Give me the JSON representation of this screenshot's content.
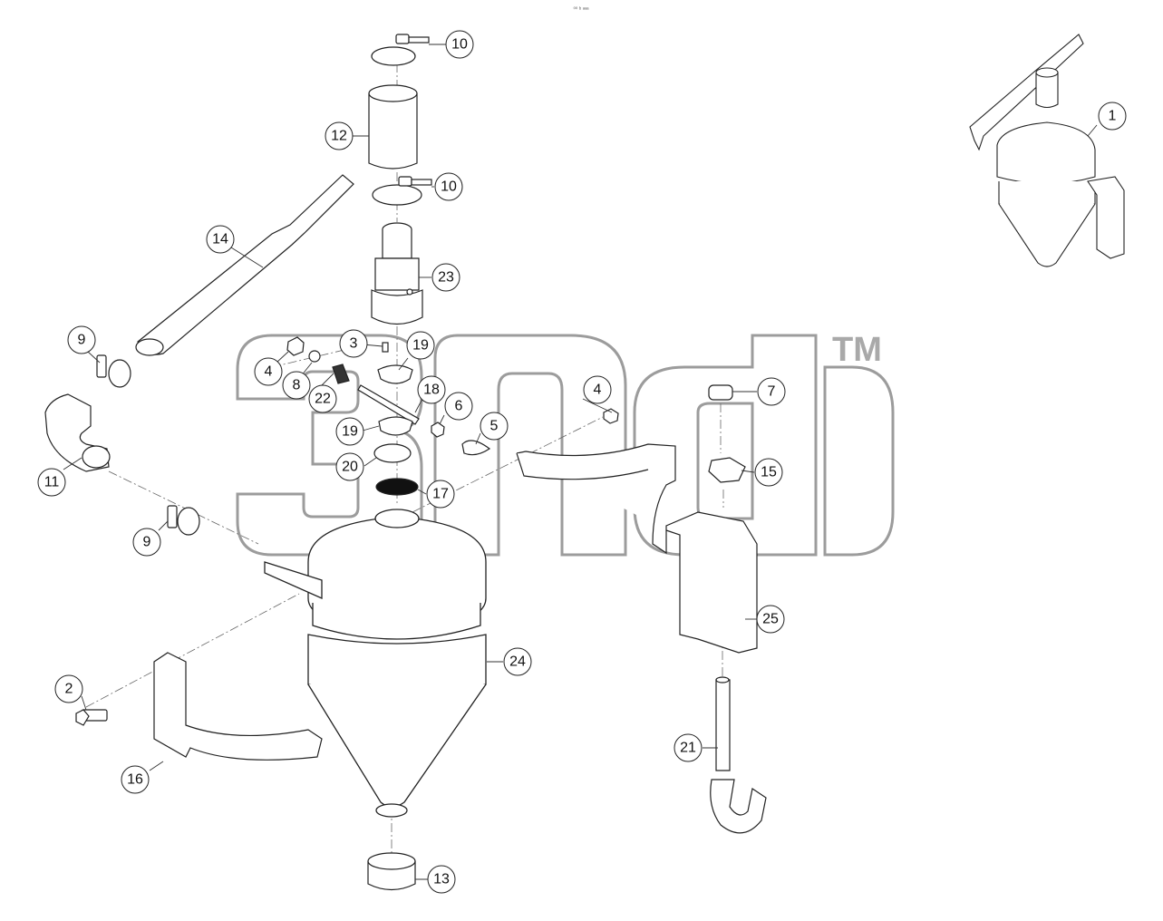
{
  "header_code": "⁰⁰ ᵇ ᵃᵃᵃ",
  "watermark": {
    "tm": "TM"
  },
  "callouts": [
    {
      "id": "c1",
      "label": "1"
    },
    {
      "id": "c2",
      "label": "2"
    },
    {
      "id": "c3",
      "label": "3"
    },
    {
      "id": "c4a",
      "label": "4"
    },
    {
      "id": "c4b",
      "label": "4"
    },
    {
      "id": "c5",
      "label": "5"
    },
    {
      "id": "c6",
      "label": "6"
    },
    {
      "id": "c7",
      "label": "7"
    },
    {
      "id": "c8",
      "label": "8"
    },
    {
      "id": "c9a",
      "label": "9"
    },
    {
      "id": "c9b",
      "label": "9"
    },
    {
      "id": "c10a",
      "label": "10"
    },
    {
      "id": "c10b",
      "label": "10"
    },
    {
      "id": "c11",
      "label": "11"
    },
    {
      "id": "c12",
      "label": "12"
    },
    {
      "id": "c13",
      "label": "13"
    },
    {
      "id": "c14",
      "label": "14"
    },
    {
      "id": "c15",
      "label": "15"
    },
    {
      "id": "c16",
      "label": "16"
    },
    {
      "id": "c17",
      "label": "17"
    },
    {
      "id": "c18",
      "label": "18"
    },
    {
      "id": "c19a",
      "label": "19"
    },
    {
      "id": "c19b",
      "label": "19"
    },
    {
      "id": "c20",
      "label": "20"
    },
    {
      "id": "c21",
      "label": "21"
    },
    {
      "id": "c22",
      "label": "22"
    },
    {
      "id": "c23",
      "label": "23"
    },
    {
      "id": "c24",
      "label": "24"
    },
    {
      "id": "c25",
      "label": "25"
    }
  ]
}
